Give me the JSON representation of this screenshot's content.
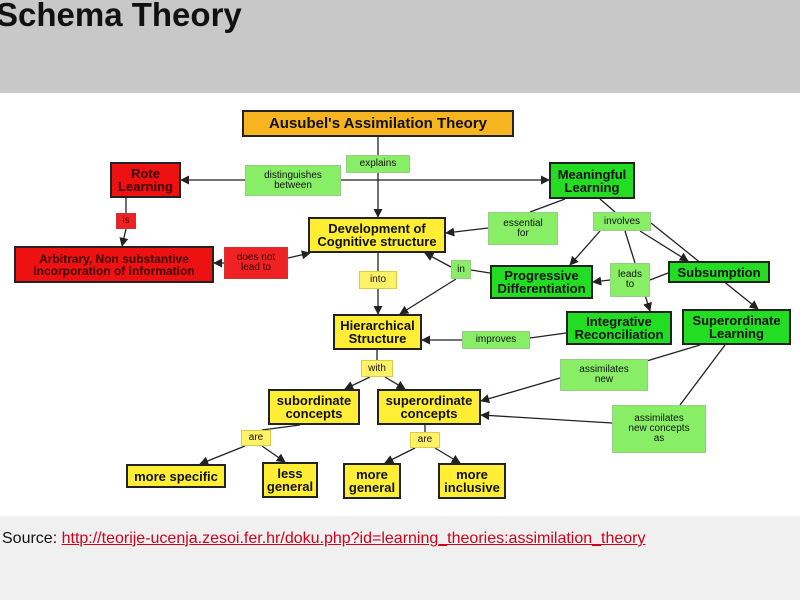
{
  "slide": {
    "title": "Schema Theory",
    "source_label": "Source: ",
    "source_url": "http://teorije-ucenja.zesoi.fer.hr/doku.php?id=learning_theories:assimilation_theory"
  },
  "diagram": {
    "colors": {
      "concept_yellow": "#ffee33",
      "concept_green": "#22dd22",
      "concept_red": "#ee1111",
      "link_green": "#88ee66",
      "link_yellow": "#fff266",
      "root_orange": "#f6b420"
    },
    "nodes": {
      "ausubel": "Ausubel's Assimilation Theory",
      "rote": "Rote\nLearning",
      "meaningful": "Meaningful\nLearning",
      "arbitrary": "Arbitrary, Non substantive\nincorporation of information",
      "development": "Development of\nCognitive structure",
      "progressive": "Progressive\nDifferentiation",
      "subsumption": "Subsumption",
      "hierarchical": "Hierarchical\nStructure",
      "integrative": "Integrative\nReconciliation",
      "superordinate_learning": "Superordinate\nLearning",
      "subordinate_concepts": "subordinate\nconcepts",
      "superordinate_concepts": "superordinate\nconcepts",
      "more_specific": "more specific",
      "less_general": "less\ngeneral",
      "more_general": "more\ngeneral",
      "more_inclusive": "more\ninclusive"
    },
    "links": {
      "explains": "explains",
      "distinguishes": "distinguishes\nbetween",
      "is": "is",
      "does_not_lead": "does not\nlead to",
      "essential": "essential\nfor",
      "involves": "involves",
      "in": "in",
      "leads_to": "leads\nto",
      "into": "into",
      "improves": "improves",
      "with": "with",
      "assimilates_new": "assimilates\nnew",
      "assimilates_as": "assimilates\nnew concepts\nas",
      "are_left": "are",
      "are_right": "are"
    }
  }
}
